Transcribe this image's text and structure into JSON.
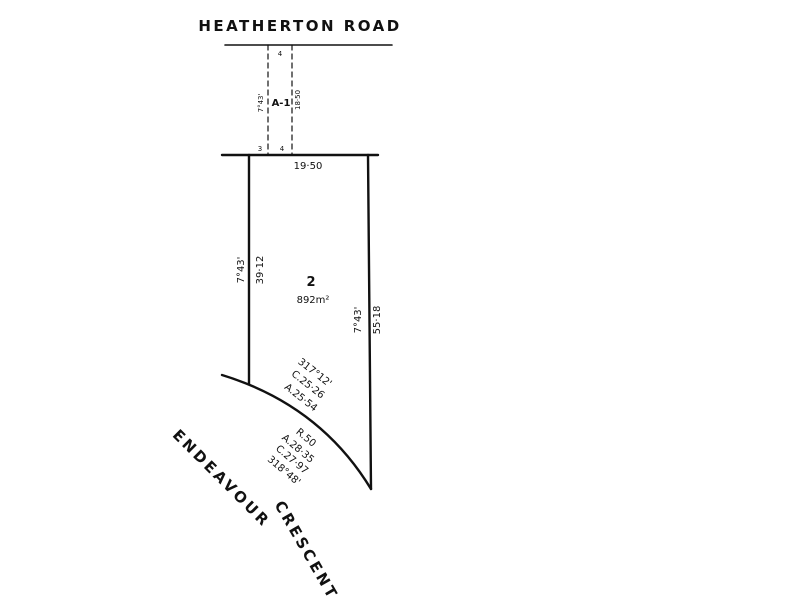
{
  "roads": {
    "top": "HEATHERTON ROAD",
    "curve_line1": "ENDEAVOUR",
    "curve_line2": "CRESCENT"
  },
  "access": {
    "label": "A-1",
    "width_top": "4",
    "width_bottom_left": "3",
    "width_bottom_right": "4",
    "bearing": "7°43'",
    "length": "18·50"
  },
  "lot": {
    "number": "2",
    "area": "892m²",
    "frontage": "19·50",
    "west_bearing": "7°43'",
    "west_length": "39·12",
    "east_bearing": "7°43'",
    "east_length": "55·18"
  },
  "arc_upper": {
    "bearing": "317°12'",
    "chord": "C.25·26",
    "arc": "A.25·54"
  },
  "arc_lower": {
    "radius": "R.50",
    "arc": "A.28·35",
    "chord": "C.27·97",
    "bearing": "318°48'"
  },
  "colors": {
    "ink": "#111111",
    "paper": "#ffffff"
  }
}
